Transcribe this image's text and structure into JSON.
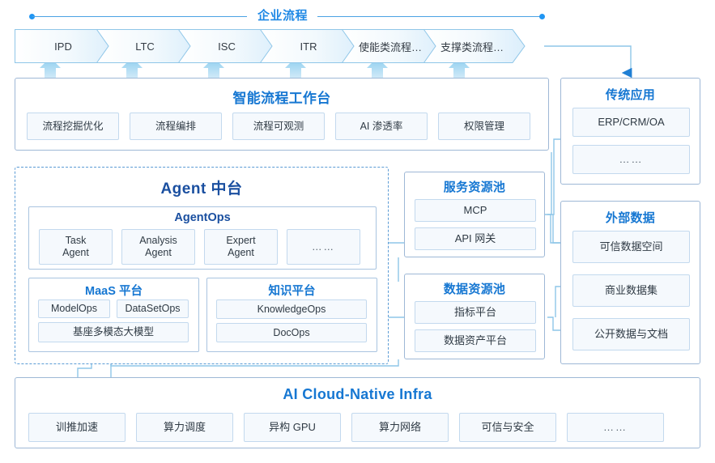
{
  "banner": {
    "title": "企业流程"
  },
  "process_flow": {
    "steps": [
      {
        "label": "IPD"
      },
      {
        "label": "LTC"
      },
      {
        "label": "ISC"
      },
      {
        "label": "ITR"
      },
      {
        "label": "使能类流程…"
      },
      {
        "label": "支撑类流程…"
      }
    ]
  },
  "workbench": {
    "title": "智能流程工作台",
    "items": [
      {
        "label": "流程挖掘优化"
      },
      {
        "label": "流程编排"
      },
      {
        "label": "流程可观测"
      },
      {
        "label": "AI 渗透率"
      },
      {
        "label": "权限管理"
      }
    ]
  },
  "agent_platform": {
    "title": "Agent 中台",
    "agentops": {
      "title": "AgentOps",
      "items": [
        {
          "line1": "Task",
          "line2": "Agent"
        },
        {
          "line1": "Analysis",
          "line2": "Agent"
        },
        {
          "line1": "Expert",
          "line2": "Agent"
        },
        {
          "line1": "……",
          "line2": ""
        }
      ]
    },
    "maas": {
      "title": "MaaS 平台",
      "items": [
        {
          "label": "ModelOps"
        },
        {
          "label": "DataSetOps"
        },
        {
          "label": "基座多模态大模型"
        }
      ]
    },
    "knowledge": {
      "title": "知识平台",
      "items": [
        {
          "label": "KnowledgeOps"
        },
        {
          "label": "DocOps"
        }
      ]
    }
  },
  "service_pool": {
    "title": "服务资源池",
    "items": [
      {
        "label": "MCP"
      },
      {
        "label": "API 网关"
      }
    ]
  },
  "data_pool": {
    "title": "数据资源池",
    "items": [
      {
        "label": "指标平台"
      },
      {
        "label": "数据资产平台"
      }
    ]
  },
  "traditional_apps": {
    "title": "传统应用",
    "items": [
      {
        "label": "ERP/CRM/OA"
      },
      {
        "label": "……"
      }
    ]
  },
  "external_data": {
    "title": "外部数据",
    "items": [
      {
        "label": "可信数据空间"
      },
      {
        "label": "商业数据集"
      },
      {
        "label": "公开数据与文档"
      }
    ]
  },
  "infra": {
    "title": "AI Cloud-Native Infra",
    "items": [
      {
        "label": "训推加速"
      },
      {
        "label": "算力调度"
      },
      {
        "label": "异构 GPU"
      },
      {
        "label": "算力网络"
      },
      {
        "label": "可信与安全"
      },
      {
        "label": "……"
      }
    ]
  },
  "colors": {
    "accent_blue": "#1e88e5",
    "title_blue": "#1677d2",
    "deep_blue": "#1a4fa0",
    "chip_fill": "#f5f9fd",
    "chip_border": "#c3d9ee",
    "card_border": "#9eb8d6",
    "wire": "#8ec6e8",
    "arrow": "#1f7fd4",
    "chevron_border": "#8fc6e8"
  }
}
